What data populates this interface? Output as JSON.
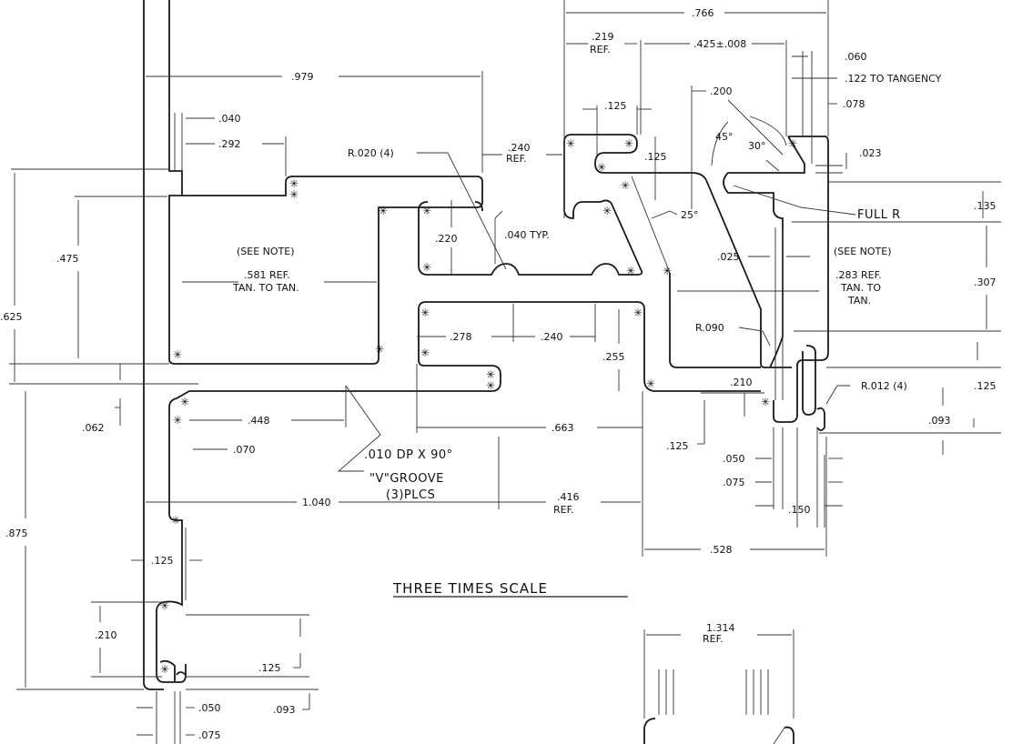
{
  "title": "THREE TIMES SCALE",
  "dimensions": {
    "d766": ".766",
    "d219": ".219",
    "ref": "REF.",
    "d425": ".425±.008",
    "d060": ".060",
    "d122": ".122 TO TANGENCY",
    "d078": ".078",
    "d979": ".979",
    "d040": ".040",
    "d292": ".292",
    "d125a": ".125",
    "d200": ".200",
    "deg45": "45°",
    "deg30": "30°",
    "d125b": ".125",
    "d023": ".023",
    "r020": "R.020 (4)",
    "d240ref": ".240",
    "d135": ".135",
    "fullr": "FULL R",
    "deg25": "25°",
    "d040typ": ".040 TYP.",
    "d220": ".220",
    "d475": ".475",
    "seenote1": "(SEE NOTE)",
    "seenote2": "(SEE NOTE)",
    "d025": ".025",
    "d581": ".581 REF.",
    "tantotan": "TAN. TO TAN.",
    "d283": ".283 REF.",
    "tanto": "TAN. TO",
    "tan": "TAN.",
    "d307": ".307",
    "d625": ".625",
    "d278": ".278",
    "d240": ".240",
    "d255": ".255",
    "r090": "R.090",
    "d210a": ".210",
    "r012": "R.012 (4)",
    "d125c": ".125",
    "d062": ".062",
    "d448": ".448",
    "d663": ".663",
    "d093a": ".093",
    "d070": ".070",
    "groove1": ".010 DP X 90°",
    "groove2": "\"V\"GROOVE",
    "groove3": "(3)PLCS",
    "d125d": ".125",
    "d050a": ".050",
    "d075a": ".075",
    "d150": ".150",
    "d875": ".875",
    "d1040": "1.040",
    "d416": ".416",
    "d528": ".528",
    "d125e": ".125",
    "d1314": "1.314",
    "d210b": ".210",
    "d125f": ".125",
    "d093b": ".093",
    "d050b": ".050",
    "d075b": ".075"
  }
}
